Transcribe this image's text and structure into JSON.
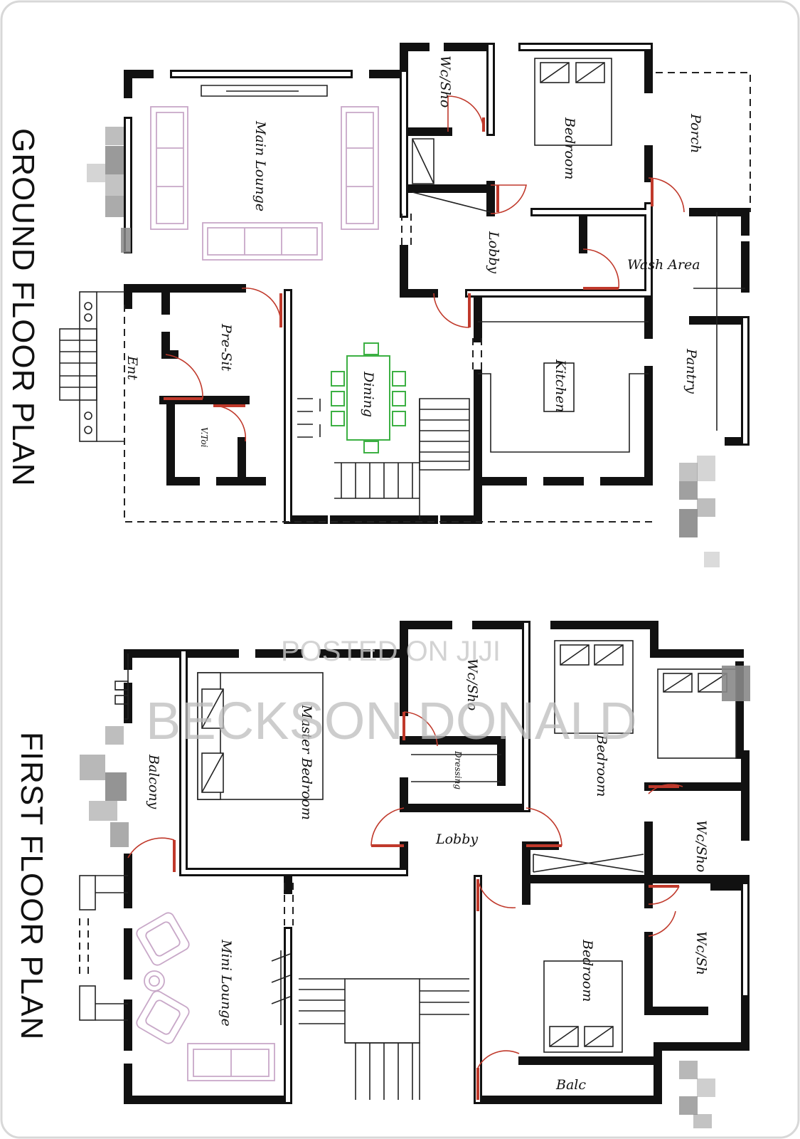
{
  "titles": {
    "ground": "GROUND FLOOR PLAN",
    "first": "FIRST FLOOR PLAN"
  },
  "watermark": {
    "line1": "POSTED ON JIJI",
    "line2": "BECKSON DONALD"
  },
  "ground_rooms": {
    "main_lounge": "Main Lounge",
    "wc_sho": "Wc/Sho",
    "bedroom": "Bedroom",
    "porch": "Porch",
    "lobby": "Lobby",
    "wash_area": "Wash Area",
    "dining": "Dining",
    "kitchen": "Kitchen",
    "pantry": "Pantry",
    "pre_sit": "Pre-Sit",
    "ent": "Ent",
    "vtoi": "V.Toi"
  },
  "first_rooms": {
    "master_bedroom": "Master Bedroom",
    "wc_sho_1": "Wc/Sho",
    "dressing": "Dressing",
    "bedroom_1": "Bedroom",
    "balcony": "Balcony",
    "lobby": "Lobby",
    "wc_sho_2": "Wc/Sho",
    "wc_sho_3": "Wc/Sh",
    "mini_lounge": "Mini Lounge",
    "bedroom_2": "Bedroom",
    "balc": "Balc"
  },
  "colors": {
    "wall": "#111111",
    "door": "#c0392b",
    "furniture": "#c8a8c8",
    "dining_set": "#3cb043",
    "watermark": "#bdbdbd"
  }
}
